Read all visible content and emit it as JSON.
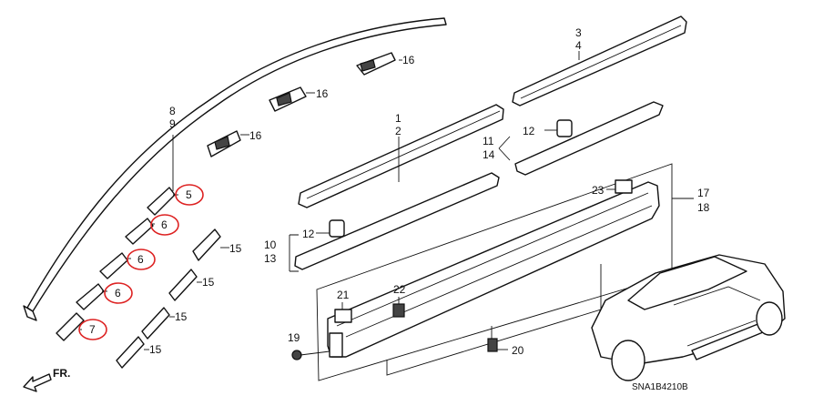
{
  "labels": {
    "l1": "1",
    "l2": "2",
    "l3": "3",
    "l4": "4",
    "l5": "5",
    "l6a": "6",
    "l6b": "6",
    "l6c": "6",
    "l7": "7",
    "l8": "8",
    "l9": "9",
    "l10": "10",
    "l11": "11",
    "l12a": "12",
    "l12b": "12",
    "l13": "13",
    "l14": "14",
    "l15a": "15",
    "l15b": "15",
    "l15c": "15",
    "l15d": "15",
    "l16a": "16",
    "l16b": "16",
    "l16c": "16",
    "l17": "17",
    "l18": "18",
    "l19": "19",
    "l20": "20",
    "l21": "21",
    "l22": "22",
    "l23": "23"
  },
  "direction_label": "FR.",
  "diagram_code": "SNA1B4210B",
  "highlight_color": "#d22222"
}
